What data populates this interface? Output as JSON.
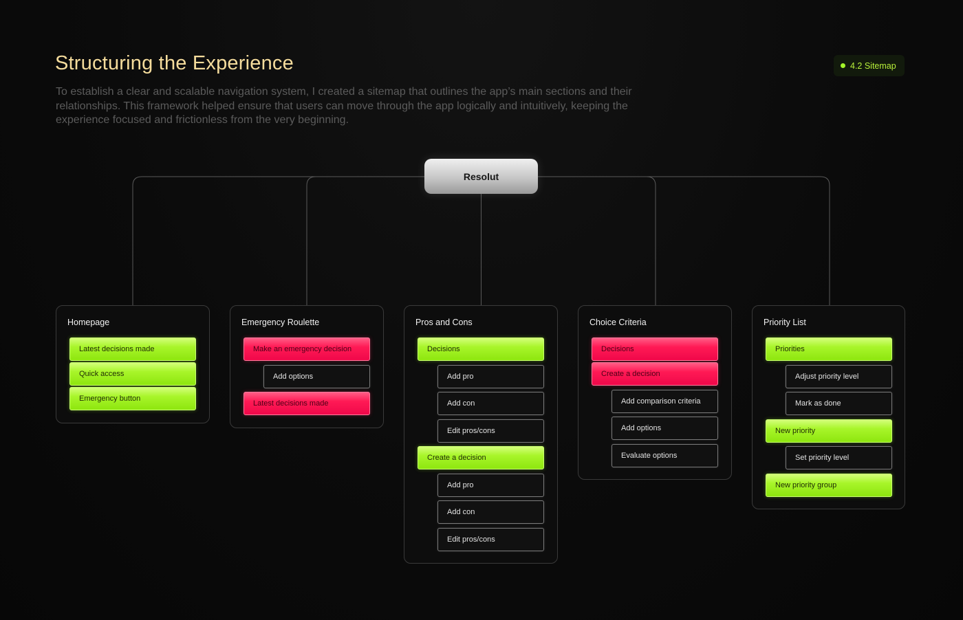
{
  "header": {
    "title": "Structuring the Experience",
    "intro": "To establish a clear and scalable navigation system, I created a sitemap that outlines the app’s main sections and their relationships. This framework helped ensure that users can move through the app logically and intuitively, keeping the experience focused and frictionless from the very beginning.",
    "badge": "4.2 Sitemap"
  },
  "colors": {
    "title": "#f5dc9c",
    "accent_green": "#a8f52a",
    "accent_pink": "#ff1a55"
  },
  "sitemap": {
    "root": "Resolut",
    "sections": [
      {
        "title": "Homepage",
        "items": [
          {
            "label": "Latest decisions made",
            "type": "green"
          },
          {
            "label": "Quick access",
            "type": "green"
          },
          {
            "label": "Emergency button",
            "type": "green"
          }
        ]
      },
      {
        "title": "Emergency Roulette",
        "items": [
          {
            "label": "Make an emergency decision",
            "type": "pink"
          },
          {
            "label": "Add options",
            "type": "sub"
          },
          {
            "label": "Latest decisions made",
            "type": "pink"
          }
        ]
      },
      {
        "title": "Pros and Cons",
        "items": [
          {
            "label": "Decisions",
            "type": "green"
          },
          {
            "label": "Add pro",
            "type": "sub"
          },
          {
            "label": "Add con",
            "type": "sub"
          },
          {
            "label": "Edit pros/cons",
            "type": "sub"
          },
          {
            "label": "Create a decision",
            "type": "green"
          },
          {
            "label": "Add pro",
            "type": "sub"
          },
          {
            "label": "Add con",
            "type": "sub"
          },
          {
            "label": "Edit pros/cons",
            "type": "sub"
          }
        ]
      },
      {
        "title": "Choice Criteria",
        "items": [
          {
            "label": "Decisions",
            "type": "pink"
          },
          {
            "label": "Create a decision",
            "type": "pink"
          },
          {
            "label": "Add comparison criteria",
            "type": "sub"
          },
          {
            "label": "Add options",
            "type": "sub"
          },
          {
            "label": "Evaluate options",
            "type": "sub"
          }
        ]
      },
      {
        "title": "Priority List",
        "items": [
          {
            "label": "Priorities",
            "type": "green"
          },
          {
            "label": "Adjust priority level",
            "type": "sub"
          },
          {
            "label": "Mark as done",
            "type": "sub"
          },
          {
            "label": "New priority",
            "type": "green"
          },
          {
            "label": "Set priority level",
            "type": "sub"
          },
          {
            "label": "New priority group",
            "type": "green"
          }
        ]
      }
    ]
  }
}
